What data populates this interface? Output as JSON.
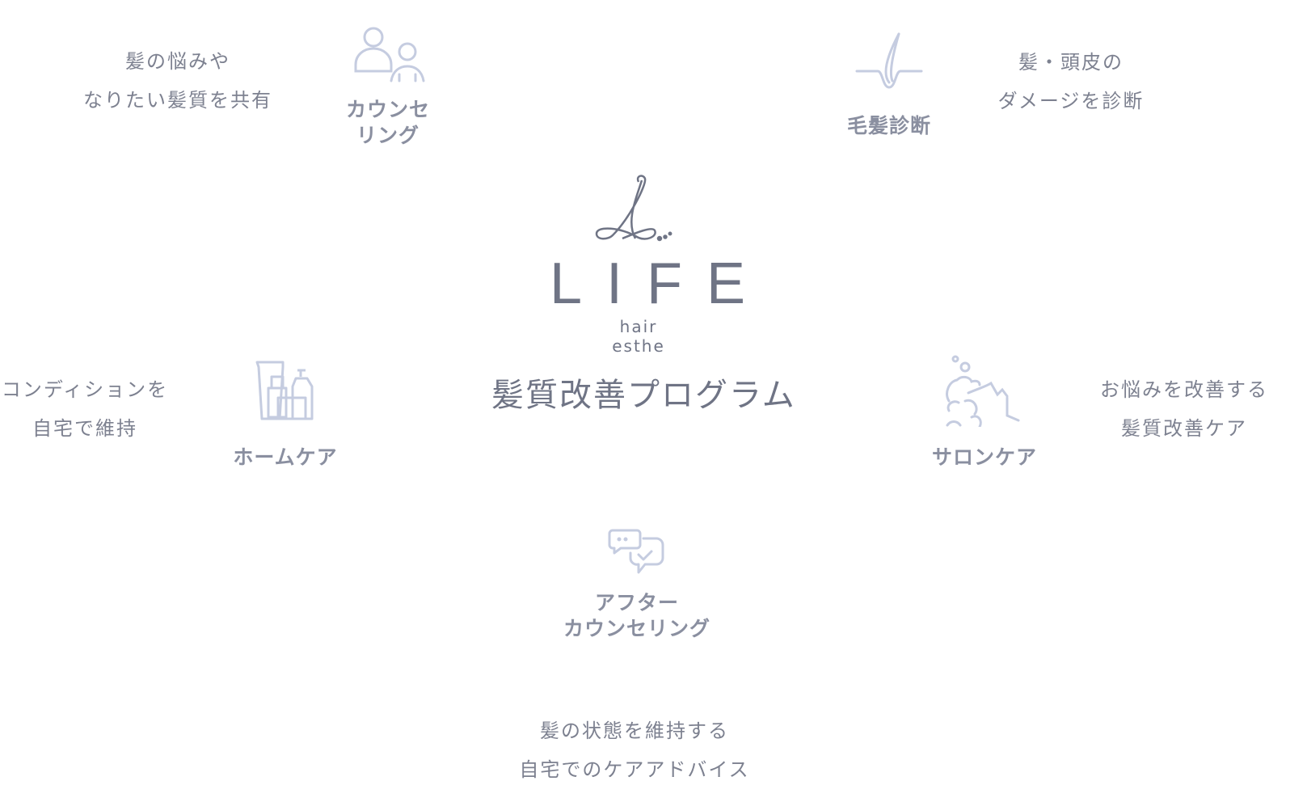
{
  "logo": {
    "wordmark": "LIFE",
    "tagline": "hair esthe"
  },
  "title": "髪質改善プログラム",
  "steps": [
    {
      "label": "カウンセ\nリング",
      "desc": [
        "髪の悩みや",
        "なりたい髪質を共有"
      ],
      "icon": "people-icon"
    },
    {
      "label": "毛髪診断",
      "desc": [
        "髪・頭皮の",
        "ダメージを診断"
      ],
      "icon": "hair-follicle-icon"
    },
    {
      "label": "サロンケア",
      "desc": [
        "お悩みを改善する",
        "髪質改善ケア"
      ],
      "icon": "shampoo-foam-icon"
    },
    {
      "label": "アフター\nカウンセリング",
      "desc": [
        "髪の状態を維持する",
        "自宅でのケアアドバイス"
      ],
      "icon": "chat-bubbles-icon"
    },
    {
      "label": "ホームケア",
      "desc": [
        "コンディションを",
        "自宅で維持"
      ],
      "icon": "bottles-icon"
    }
  ],
  "colors": {
    "text": "#7d8190",
    "icon": "#c5cce0",
    "logo": "#6f7485"
  }
}
